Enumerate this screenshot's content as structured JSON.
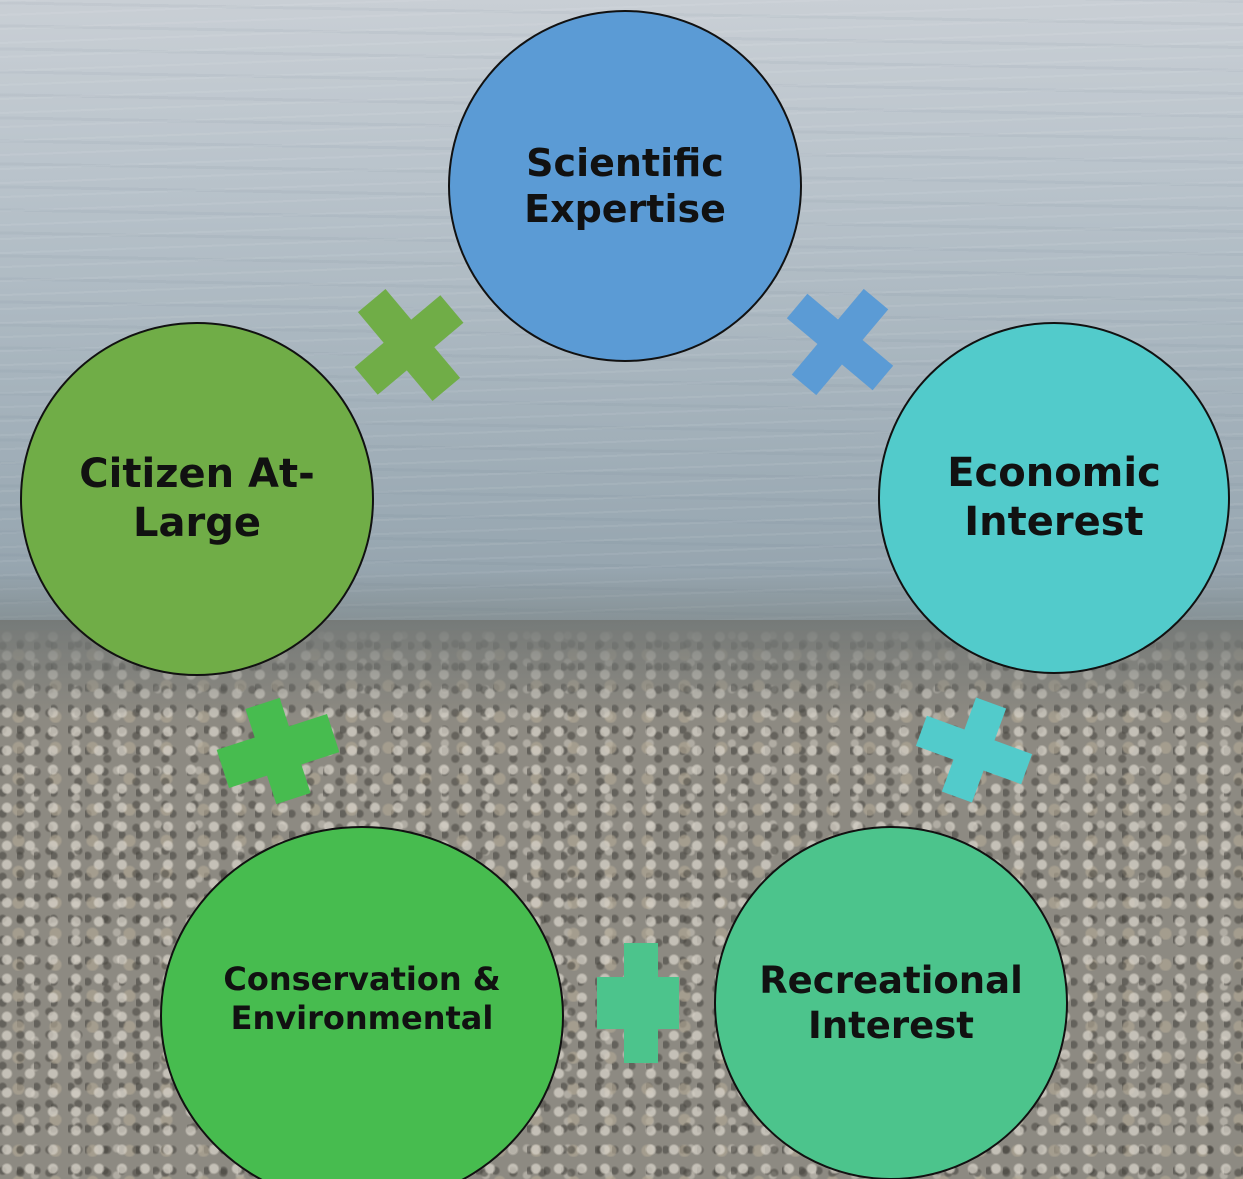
{
  "diagram": {
    "nodes": [
      {
        "label": "Scientific\nExpertise",
        "color": "#5b9bd5"
      },
      {
        "label": "Economic\nInterest",
        "color": "#52cbcb"
      },
      {
        "label": "Recreational\nInterest",
        "color": "#4cc48c"
      },
      {
        "label": "Conservation &\nEnvironmental",
        "color": "#47bc4f"
      },
      {
        "label": "Citizen At-\nLarge",
        "color": "#70ad47"
      }
    ],
    "connector_colors": {
      "scientific_to_economic": "#5b9bd5",
      "economic_to_recreational": "#52cbcb",
      "recreational_to_conservation": "#4cc48c",
      "conservation_to_citizen": "#47bc4f",
      "citizen_to_scientific": "#70ad47"
    },
    "connector_shape": "plus",
    "background": "lake shoreline with pebbles"
  }
}
